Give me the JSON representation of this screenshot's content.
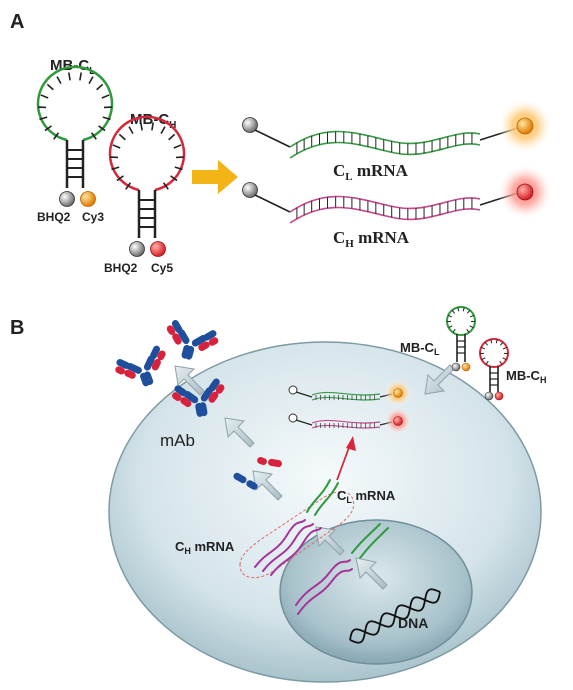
{
  "panel_a": {
    "letter": "A",
    "mb_cl": {
      "base": "MB-C",
      "sub": "L"
    },
    "mb_ch": {
      "base": "MB-C",
      "sub": "H"
    },
    "cl_quencher": "BHQ2",
    "cl_dye": "Cy3",
    "ch_quencher": "BHQ2",
    "ch_dye": "Cy5",
    "cl_mrna": {
      "base": "C",
      "sub": "L",
      "rest": " mRNA"
    },
    "ch_mrna": {
      "base": "C",
      "sub": "H",
      "rest": " mRNA"
    }
  },
  "panel_b": {
    "letter": "B",
    "mab": "mAb",
    "cl_mrna": {
      "base": "C",
      "sub": "L",
      "rest": " mRNA"
    },
    "ch_mrna": {
      "base": "C",
      "sub": "H",
      "rest": " mRNA"
    },
    "dna": "DNA",
    "mb_cl": {
      "base": "MB-C",
      "sub": "L"
    },
    "mb_ch": {
      "base": "MB-C",
      "sub": "H"
    }
  },
  "colors": {
    "green": "#2f9a3c",
    "red": "#d6283a",
    "orange": "#f39a1a",
    "arrow_yellow": "#f2b416",
    "cell": "#c9dbe2",
    "nucleus": "#9fbcc6",
    "purple": "#a6349a",
    "antibody_blue": "#1f4e9c",
    "antibody_red": "#d8213d"
  }
}
